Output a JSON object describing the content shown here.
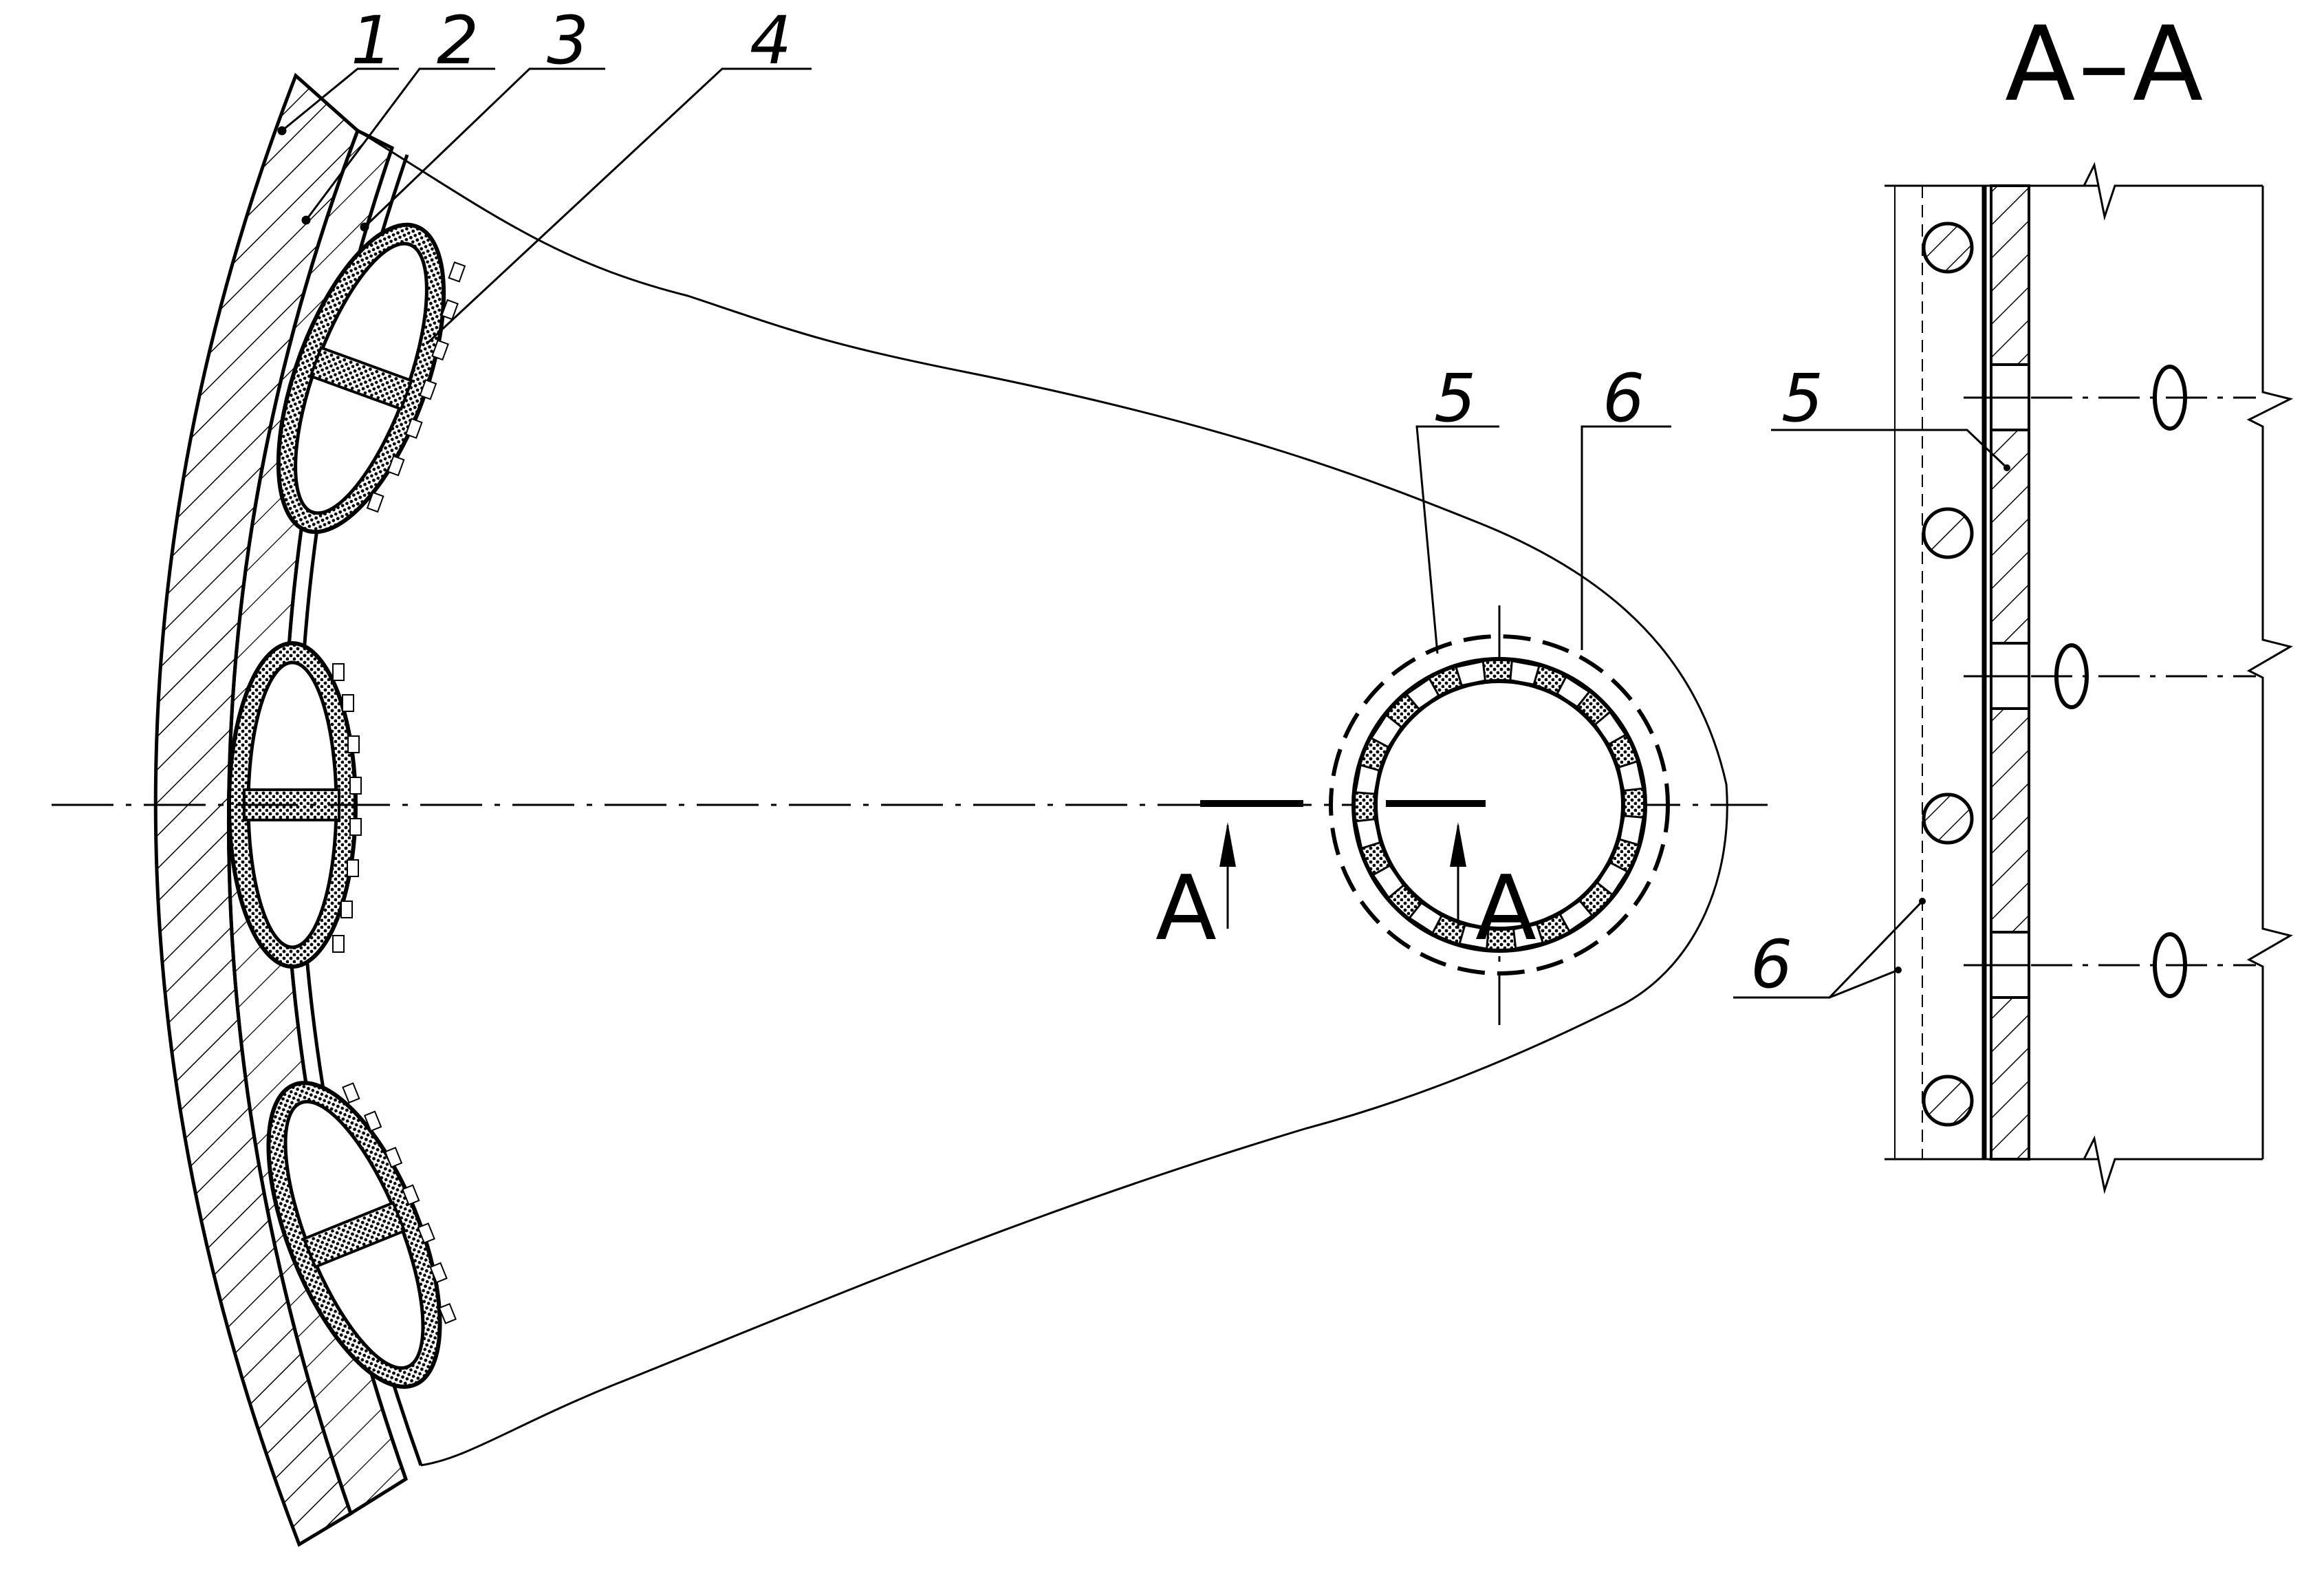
{
  "labels": {
    "part_1": "1",
    "part_2": "2",
    "part_3": "3",
    "part_4": "4",
    "part_5": "5",
    "part_6": "6",
    "section_mark_left": "A",
    "section_mark_right": "A",
    "section_title": "A–A",
    "section_part_5": "5",
    "section_part_6": "6"
  },
  "colors": {
    "line": "#000000",
    "fill_hatch": "#000000",
    "background": "#ffffff"
  }
}
